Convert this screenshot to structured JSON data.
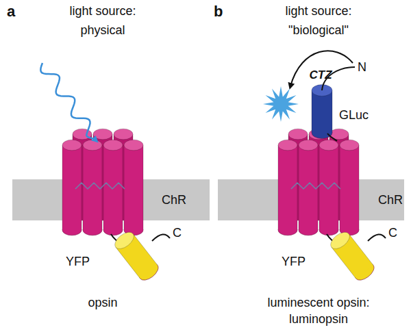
{
  "diagram": {
    "labels": [
      "a",
      "light source:",
      "physical",
      "ChR",
      "YFP",
      "C",
      "opsin",
      "b",
      "light source:",
      "\"biological\"",
      "CTZ",
      "N",
      "GLuc",
      "ChR",
      "YFP",
      "C",
      "luminescent opsin:",
      "luminopsin"
    ]
  }
}
